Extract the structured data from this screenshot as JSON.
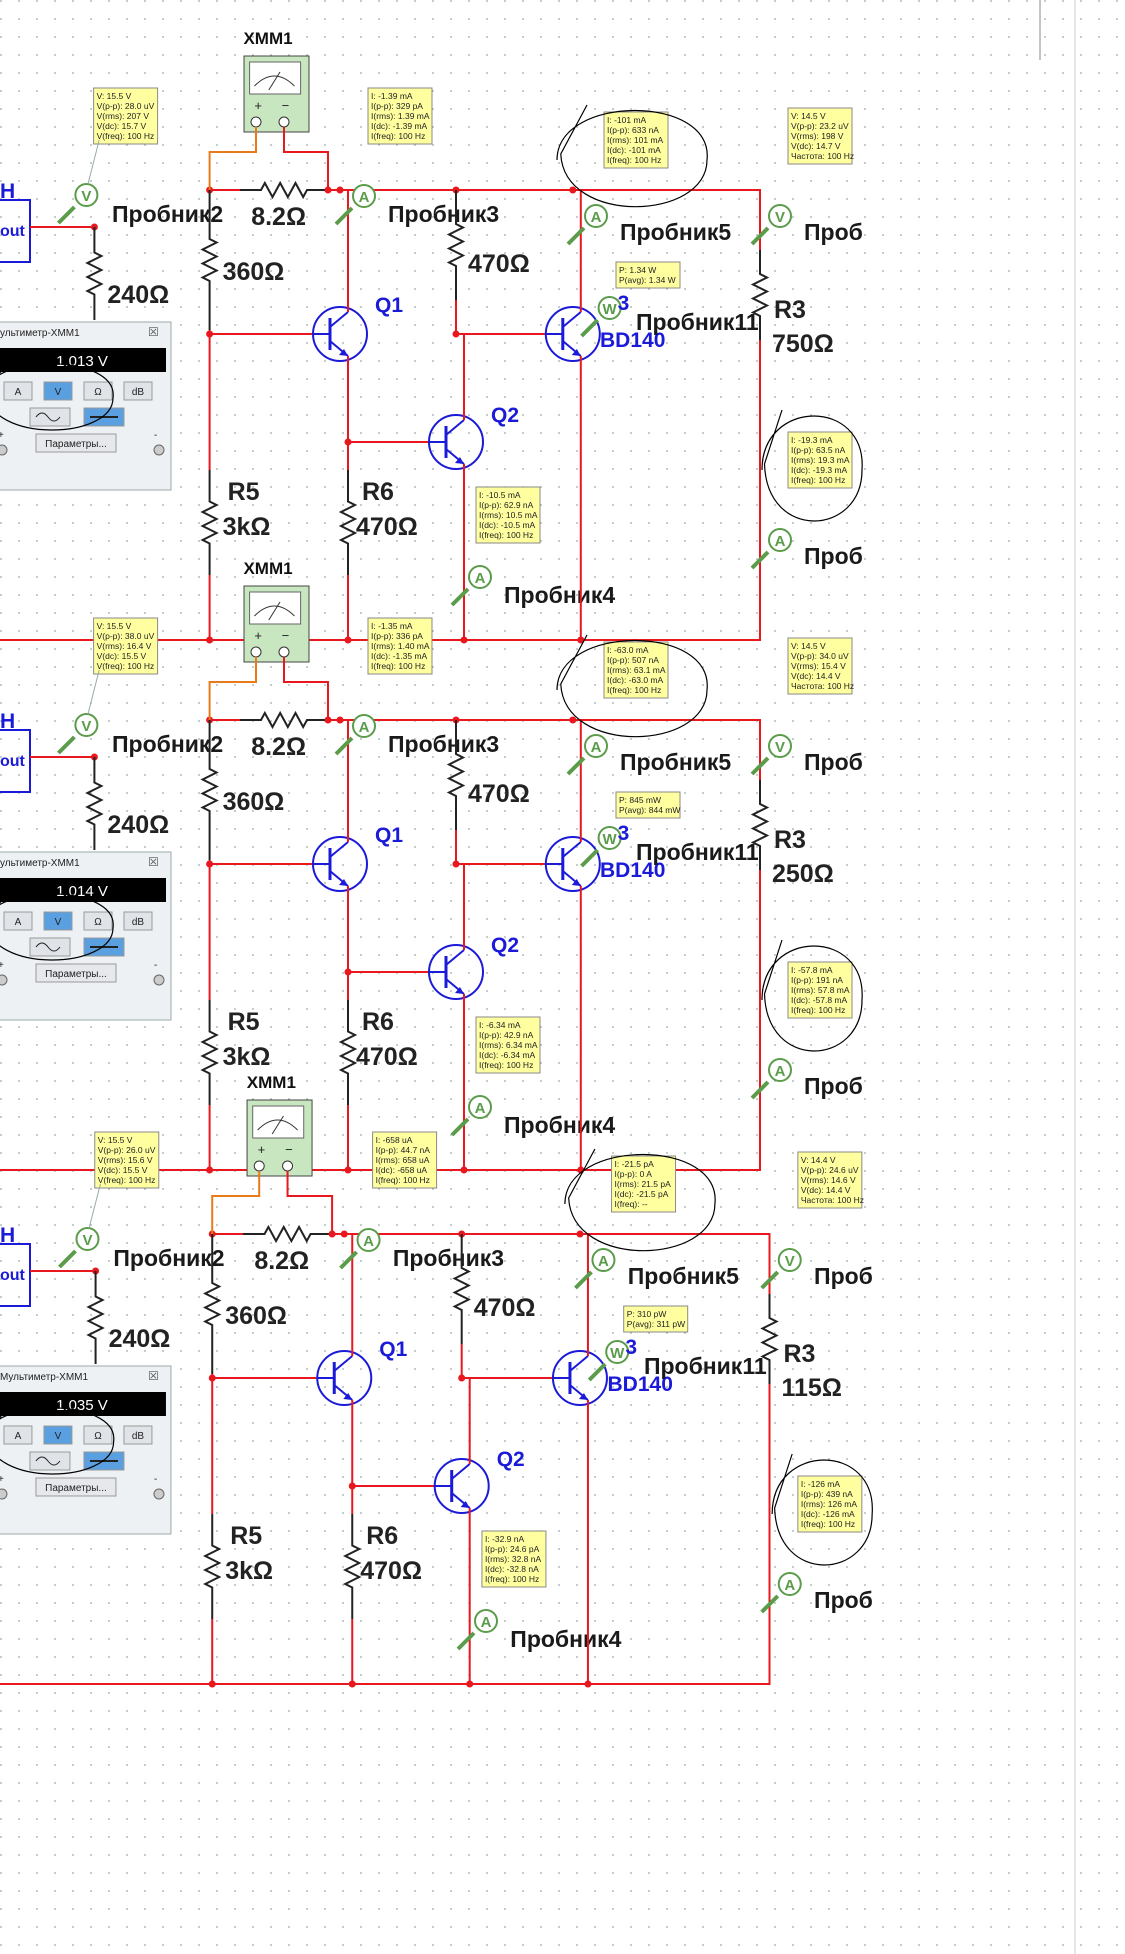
{
  "colors": {
    "wire": "#e8181e",
    "probe": "#5a9c4a",
    "transistor": "#1a1ad8",
    "tooltip_bg": "#ffffa0",
    "meter_bg": "#c8e6c0"
  },
  "panels": [
    {
      "xmm_label": "XMM1",
      "left_source": "H",
      "left_out": "out",
      "r_series": "8.2Ω",
      "r240": "240Ω",
      "r360": "360Ω",
      "r470a": "470Ω",
      "r5_name": "R5",
      "r5_val": "3kΩ",
      "r6_name": "R6",
      "r6_val": "470Ω",
      "r3_name": "R3",
      "r3_val": "750Ω",
      "q1": "Q1",
      "q2": "Q2",
      "q3_name": "BD140",
      "w_badge": "W",
      "q3_suffix": "3",
      "probe2": "Пробник2",
      "probe3": "Пробник3",
      "probe4": "Пробник4",
      "probe5": "Пробник5",
      "probe11": "Пробник11",
      "probe_right_top": "Проб",
      "probe_right_bot": "Проб",
      "tip_v_left": [
        "V: 15.5 V",
        "V(p-p): 28.0 uV",
        "V(rms): 207 V",
        "V(dc): 15.7 V",
        "V(freq): 100 Hz"
      ],
      "tip_probe3": [
        "I: -1.39 mA",
        "I(p-p): 329 pA",
        "I(rms): 1.39 mA",
        "I(dc): -1.39 mA",
        "I(freq): 100 Hz"
      ],
      "tip_probe5": [
        "I: -101 mA",
        "I(p-p): 633 nA",
        "I(rms): 101 mA",
        "I(dc): -101 mA",
        "I(freq): 100 Hz"
      ],
      "tip_v_right": [
        "V: 14.5 V",
        "V(p-p): 23.2 uV",
        "V(rms): 198 V",
        "V(dc): 14.7 V",
        "Частота: 100 Hz"
      ],
      "tip_power": [
        "P: 1.34 W",
        "P(avg): 1.34 W"
      ],
      "tip_right_current": [
        "I: -19.3 mA",
        "I(p-p): 63.5 nA",
        "I(rms): 19.3 mA",
        "I(dc): -19.3 mA",
        "I(freq): 100 Hz"
      ],
      "tip_probe4": [
        "I: -10.5 mA",
        "I(p-p): 62.9 nA",
        "I(rms): 10.5 mA",
        "I(dc): -10.5 mA",
        "I(freq): 100 Hz"
      ],
      "multimeter": {
        "title": "ультиметр-XMM1",
        "close": "☒",
        "reading": "1.013 V",
        "btn_a": "A",
        "btn_v": "V",
        "btn_ohm": "Ω",
        "btn_db": "dB",
        "params": "Параметры...",
        "plus": "+",
        "minus": "-"
      }
    },
    {
      "xmm_label": "XMM1",
      "left_source": "H",
      "left_out": "out",
      "r_series": "8.2Ω",
      "r240": "240Ω",
      "r360": "360Ω",
      "r470a": "470Ω",
      "r5_name": "R5",
      "r5_val": "3kΩ",
      "r6_name": "R6",
      "r6_val": "470Ω",
      "r3_name": "R3",
      "r3_val": "250Ω",
      "q1": "Q1",
      "q2": "Q2",
      "q3_name": "BD140",
      "w_badge": "W",
      "q3_suffix": "3",
      "probe2": "Пробник2",
      "probe3": "Пробник3",
      "probe4": "Пробник4",
      "probe5": "Пробник5",
      "probe11": "Пробник11",
      "probe_right_top": "Проб",
      "probe_right_bot": "Проб",
      "tip_v_left": [
        "V: 15.5 V",
        "V(p-p): 38.0 uV",
        "V(rms): 16.4 V",
        "V(dc): 15.5 V",
        "V(freq): 100 Hz"
      ],
      "tip_probe3": [
        "I: -1.35 mA",
        "I(p-p): 336 pA",
        "I(rms): 1.40 mA",
        "I(dc): -1.35 mA",
        "I(freq): 100 Hz"
      ],
      "tip_probe5": [
        "I: -63.0 mA",
        "I(p-p): 507 nA",
        "I(rms): 63.1 mA",
        "I(dc): -63.0 mA",
        "I(freq): 100 Hz"
      ],
      "tip_v_right": [
        "V: 14.5 V",
        "V(p-p): 34.0 uV",
        "V(rms): 15.4 V",
        "V(dc): 14.4 V",
        "Частота: 100 Hz"
      ],
      "tip_power": [
        "P: 845 mW",
        "P(avg): 844 mW"
      ],
      "tip_right_current": [
        "I: -57.8 mA",
        "I(p-p): 191 nA",
        "I(rms): 57.8 mA",
        "I(dc): -57.8 mA",
        "I(freq): 100 Hz"
      ],
      "tip_probe4": [
        "I: -6.34 mA",
        "I(p-p): 42.9 nA",
        "I(rms): 6.34 mA",
        "I(dc): -6.34 mA",
        "I(freq): 100 Hz"
      ],
      "multimeter": {
        "title": "ультиметр-XMM1",
        "close": "☒",
        "reading": "1.014 V",
        "btn_a": "A",
        "btn_v": "V",
        "btn_ohm": "Ω",
        "btn_db": "dB",
        "params": "Параметры...",
        "plus": "+",
        "minus": "-"
      }
    },
    {
      "xmm_label": "XMM1",
      "left_source": "H",
      "left_out": "out",
      "r_series": "8.2Ω",
      "r240": "240Ω",
      "r360": "360Ω",
      "r470a": "470Ω",
      "r5_name": "R5",
      "r5_val": "3kΩ",
      "r6_name": "R6",
      "r6_val": "470Ω",
      "r3_name": "R3",
      "r3_val": "115Ω",
      "q1": "Q1",
      "q2": "Q2",
      "q3_name": "BD140",
      "w_badge": "W",
      "q3_suffix": "3",
      "probe2": "Пробник2",
      "probe3": "Пробник3",
      "probe4": "Пробник4",
      "probe5": "Пробник5",
      "probe11": "Пробник11",
      "probe_right_top": "Проб",
      "probe_right_bot": "Проб",
      "tip_v_left": [
        "V: 15.5 V",
        "V(p-p): 26.0 uV",
        "V(rms): 15.6 V",
        "V(dc): 15.5 V",
        "V(freq): 100 Hz"
      ],
      "tip_probe3": [
        "I: -658 uA",
        "I(p-p): 44.7 nA",
        "I(rms): 658 uA",
        "I(dc): -658 uA",
        "I(freq): 100 Hz"
      ],
      "tip_probe5": [
        "I: -21.5 pA",
        "I(p-p): 0 A",
        "I(rms): 21.5 pA",
        "I(dc): -21.5 pA",
        "I(freq): --"
      ],
      "tip_v_right": [
        "V: 14.4 V",
        "V(p-p): 24.6 uV",
        "V(rms): 14.6 V",
        "V(dc): 14.4 V",
        "Частота: 100 Hz"
      ],
      "tip_power": [
        "P: 310 pW",
        "P(avg): 311 pW"
      ],
      "tip_right_current": [
        "I: -126 mA",
        "I(p-p): 439 nA",
        "I(rms): 126 mA",
        "I(dc): -126 mA",
        "I(freq): 100 Hz"
      ],
      "tip_probe4": [
        "I: -32.9 nA",
        "I(p-p): 24.6 pA",
        "I(rms): 32.8 nA",
        "I(dc): -32.8 nA",
        "I(freq): 100 Hz"
      ],
      "multimeter": {
        "title": "Мультиметр-XMM1",
        "close": "☒",
        "reading": "1.035 V",
        "btn_a": "A",
        "btn_v": "V",
        "btn_ohm": "Ω",
        "btn_db": "dB",
        "params": "Параметры...",
        "plus": "+",
        "minus": "-"
      }
    }
  ]
}
